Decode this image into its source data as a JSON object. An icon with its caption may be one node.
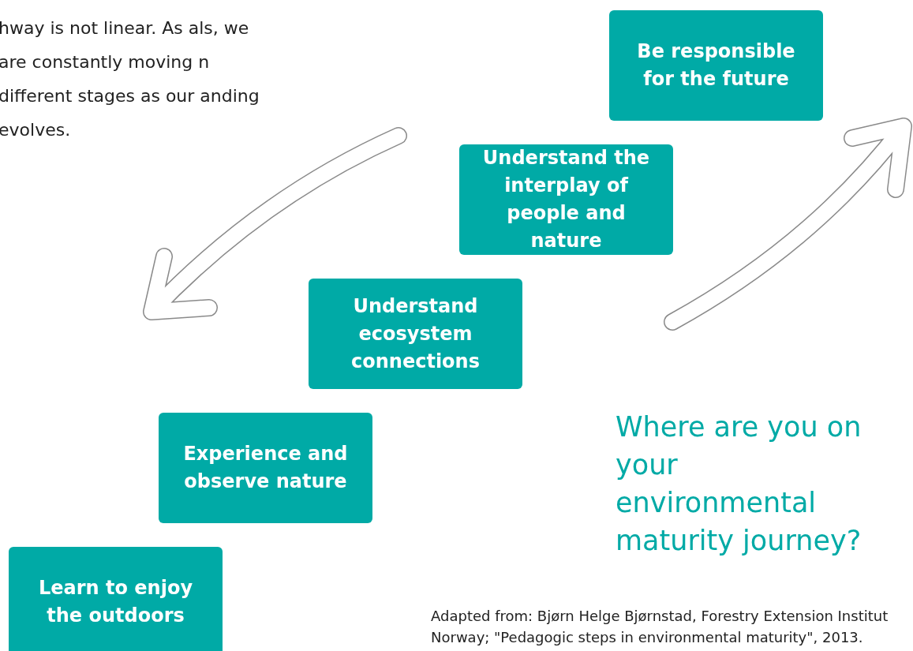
{
  "diagram": {
    "nodes": [
      {
        "text": [
          "Be responsible for the future"
        ]
      },
      {
        "text": [
          "Understand the interplay of people and nature"
        ]
      },
      {
        "text": [
          "Understand ecosystem connections"
        ]
      },
      {
        "text": [
          "Experience and observe nature"
        ]
      },
      {
        "text": [
          "Learn to enjoy the outdoors"
        ]
      }
    ],
    "edges": [],
    "labels": [
      "hway is not linear. As als, we are constantly moving n different stages as our anding evolves.",
      "Where are you on your environmental maturity journey?",
      "Adapted from: Bjørn Helge Bjørnstad, Forestry Extension Institut Norway; \"Pedagogic steps in environmental maturity\", 2013."
    ]
  }
}
